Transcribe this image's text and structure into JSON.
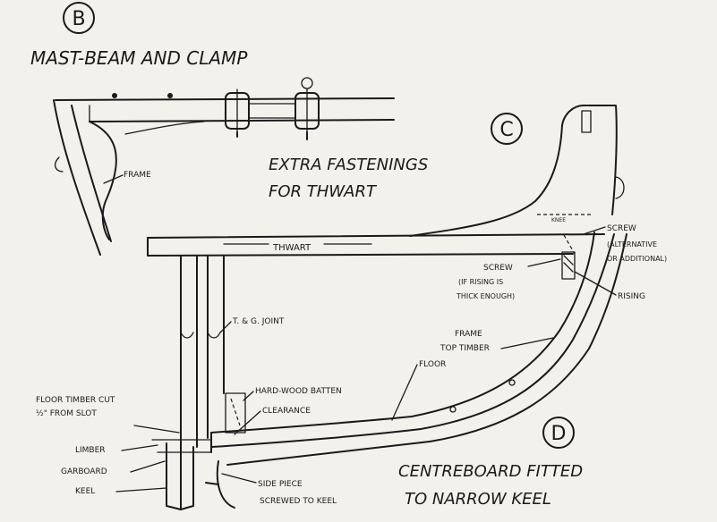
{
  "sections": {
    "b": {
      "letter": "B",
      "title": "MAST-BEAM AND CLAMP"
    },
    "c": {
      "letter": "C",
      "title_line1": "EXTRA FASTENINGS",
      "title_line2": "FOR THWART"
    },
    "d": {
      "letter": "D",
      "title_line1": "CENTREBOARD FITTED",
      "title_line2": "TO NARROW KEEL"
    }
  },
  "labels": {
    "frame_b": "FRAME",
    "thwart": "THWART",
    "screw_top": "SCREW",
    "screw_top_note1": "(ALTERNATIVE",
    "screw_top_note2": "OR ADDITIONAL)",
    "screw_mid": "SCREW",
    "screw_mid_note1": "(IF RISING IS",
    "screw_mid_note2": "THICK ENOUGH)",
    "rising": "RISING",
    "tg_joint": "T. & G. JOINT",
    "frame_top_timber_1": "FRAME",
    "frame_top_timber_2": "TOP TIMBER",
    "floor": "FLOOR",
    "floor_timber_1": "FLOOR TIMBER CUT",
    "floor_timber_2": "½\" FROM SLOT",
    "hardwood_batten": "HARD-WOOD BATTEN",
    "clearance": "CLEARANCE",
    "limber": "LIMBER",
    "garboard": "GARBOARD",
    "keel": "KEEL",
    "side_piece_1": "SIDE PIECE",
    "side_piece_2": "SCREWED TO KEEL",
    "knee_label": "KNEE"
  }
}
